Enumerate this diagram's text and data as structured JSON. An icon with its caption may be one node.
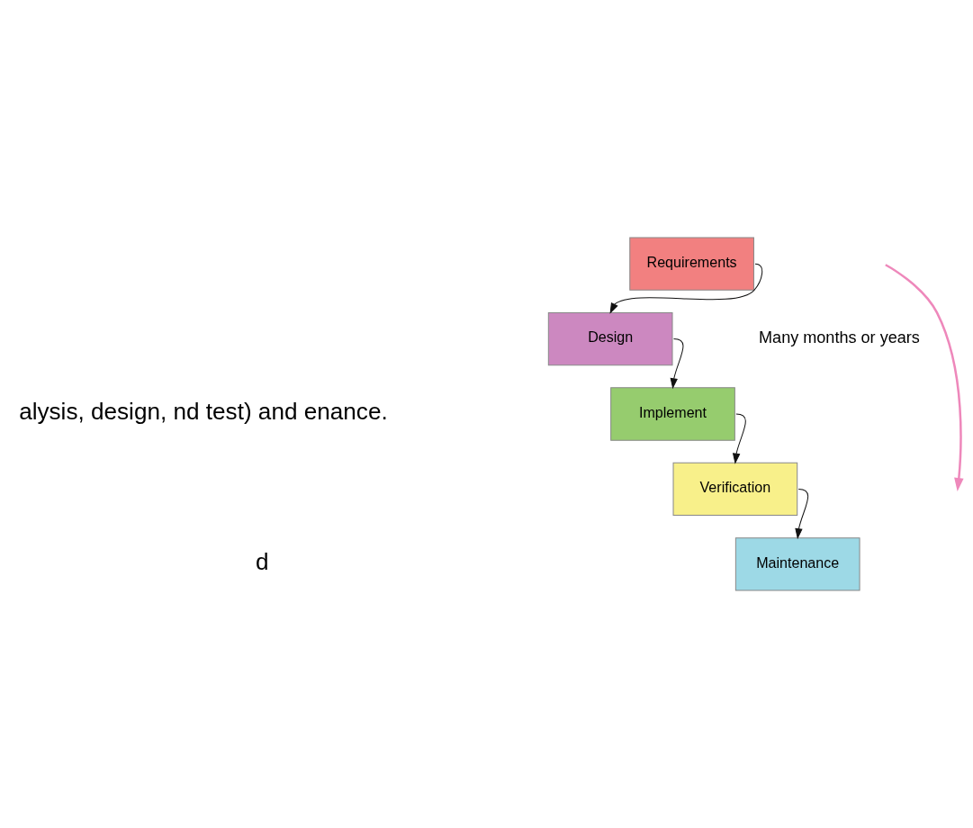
{
  "diagram": {
    "nodes": [
      {
        "text": [
          "Requirements"
        ]
      },
      {
        "text": [
          "Design"
        ]
      },
      {
        "text": [
          "Implement"
        ]
      },
      {
        "text": [
          "Verification"
        ]
      },
      {
        "text": [
          "Maintenance"
        ]
      }
    ],
    "edges": [
      {
        "from": 0,
        "to": 1,
        "arrow": "to"
      },
      {
        "from": 1,
        "to": 2,
        "arrow": "to"
      },
      {
        "from": 2,
        "to": 3,
        "arrow": "to"
      },
      {
        "from": 3,
        "to": 4,
        "arrow": "to"
      }
    ],
    "labels": [
      "Many months or years",
      "alysis, design, nd test) and enance.",
      "d"
    ]
  }
}
